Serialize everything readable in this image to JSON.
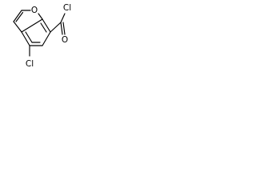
{
  "diagram": {
    "type": "chemical-structure",
    "atoms": {
      "ring_oxygen": "O",
      "carbonyl_oxygen": "O",
      "acyl_chlorine": "Cl",
      "aryl_chlorine": "Cl"
    },
    "colors": {
      "background": "#ffffff",
      "stroke": "#000000"
    }
  }
}
